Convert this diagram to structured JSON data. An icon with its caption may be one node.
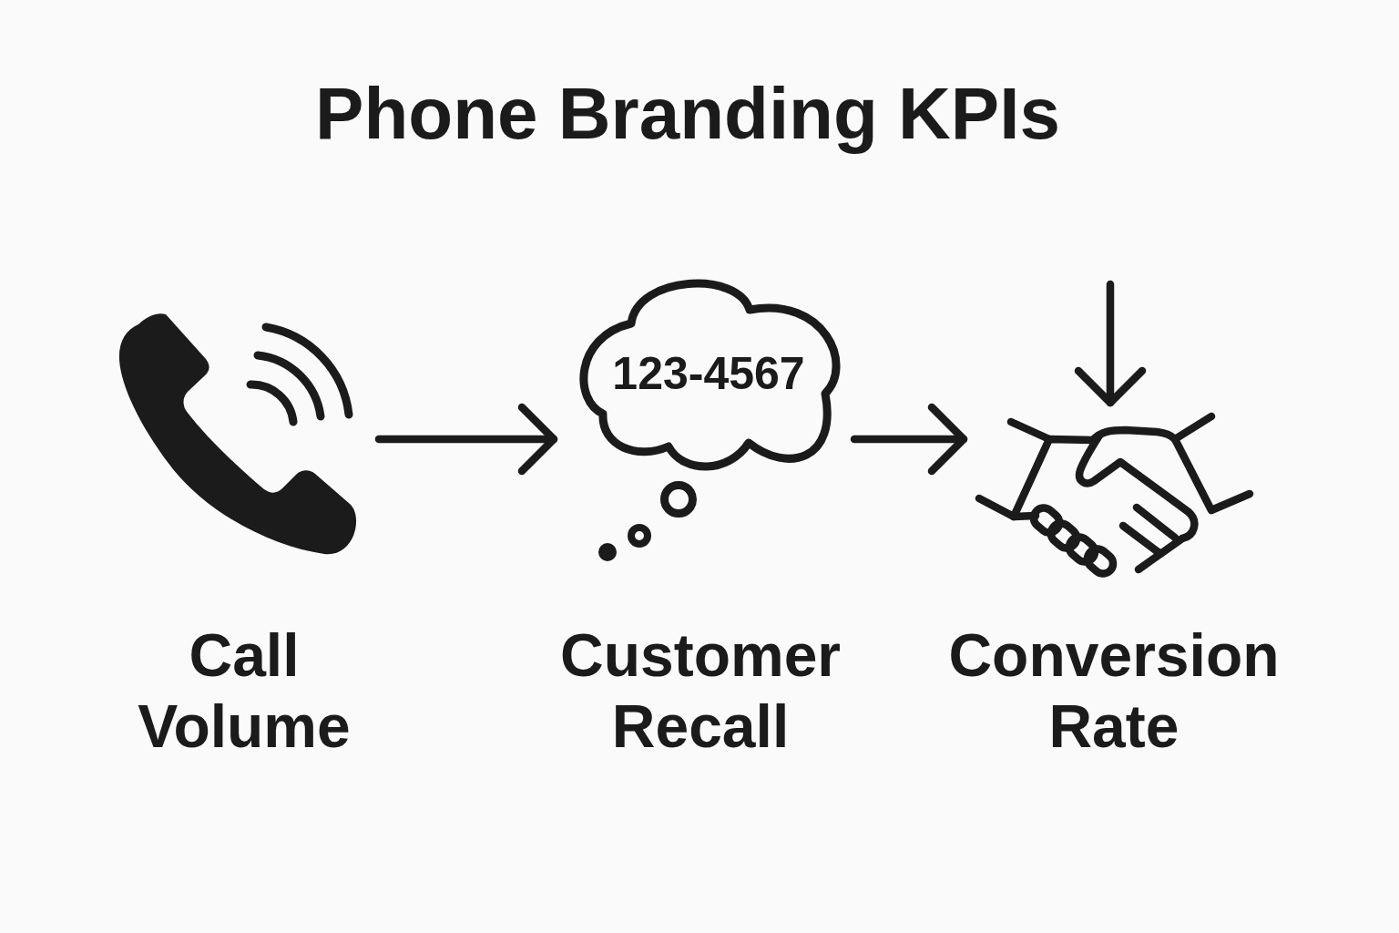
{
  "diagram": {
    "title": "Phone Branding KPIs",
    "nodes": [
      {
        "text": [],
        "shape": "picture",
        "beside": [
          "Call Volume"
        ]
      },
      {
        "text": [
          "123-4567"
        ],
        "beside": [
          "Customer Recall"
        ]
      },
      {
        "text": [],
        "shape": "picture",
        "beside": [
          "Conversion Rate"
        ]
      }
    ],
    "edges": [
      {
        "from": 0,
        "to": 1,
        "arrow": "to"
      },
      {
        "from": 1,
        "to": 2,
        "arrow": "to"
      },
      {
        "from": null,
        "to": 2,
        "arrow": "to"
      }
    ]
  }
}
